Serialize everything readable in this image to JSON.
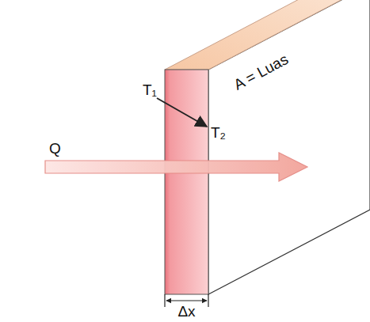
{
  "diagram": {
    "labels": [
      "T₁",
      "T₂",
      "Q",
      "A = Luas",
      "Δx"
    ]
  }
}
